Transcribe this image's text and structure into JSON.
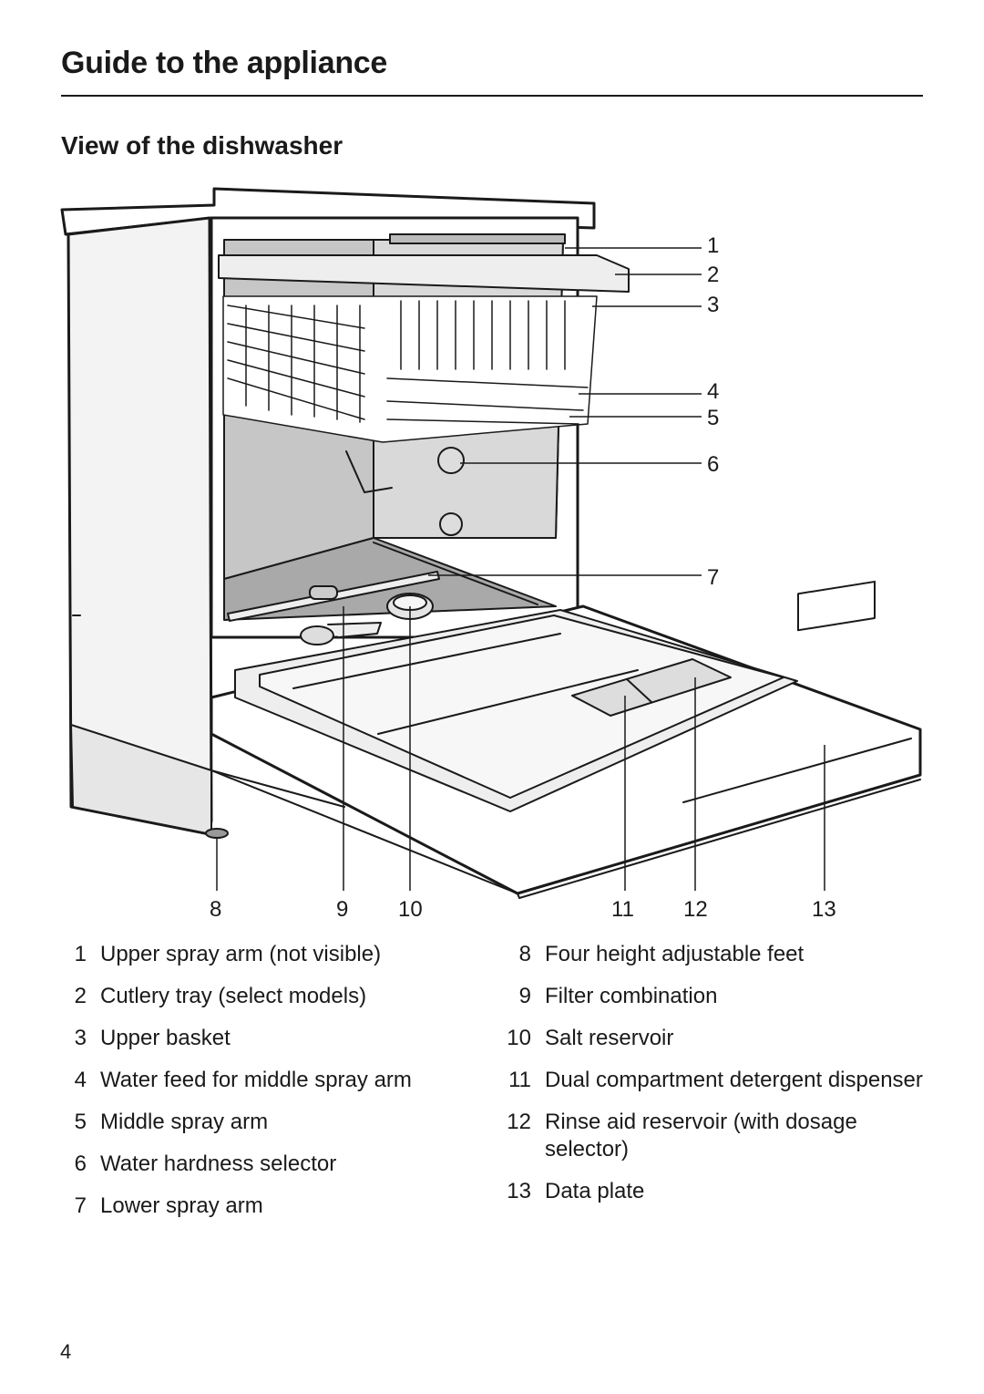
{
  "header": {
    "title": "Guide to the appliance",
    "section": "View of the dishwasher"
  },
  "callouts": [
    "1",
    "2",
    "3",
    "4",
    "5",
    "6",
    "7",
    "8",
    "9",
    "10",
    "11",
    "12",
    "13"
  ],
  "legend_left": [
    {
      "num": "1",
      "text": "Upper spray arm (not visible)"
    },
    {
      "num": "2",
      "text": "Cutlery tray (select models)"
    },
    {
      "num": "3",
      "text": "Upper basket"
    },
    {
      "num": "4",
      "text": "Water feed for middle spray arm"
    },
    {
      "num": "5",
      "text": "Middle spray arm"
    },
    {
      "num": "6",
      "text": "Water hardness selector"
    },
    {
      "num": "7",
      "text": "Lower spray arm"
    }
  ],
  "legend_right": [
    {
      "num": "8",
      "text": "Four height adjustable feet"
    },
    {
      "num": "9",
      "text": "Filter combination"
    },
    {
      "num": "10",
      "text": "Salt reservoir"
    },
    {
      "num": "11",
      "text": "Dual compartment detergent dispenser"
    },
    {
      "num": "12",
      "text": "Rinse aid reservoir (with dosage selector)"
    },
    {
      "num": "13",
      "text": "Data plate"
    }
  ],
  "footer": {
    "page_number": "4"
  }
}
